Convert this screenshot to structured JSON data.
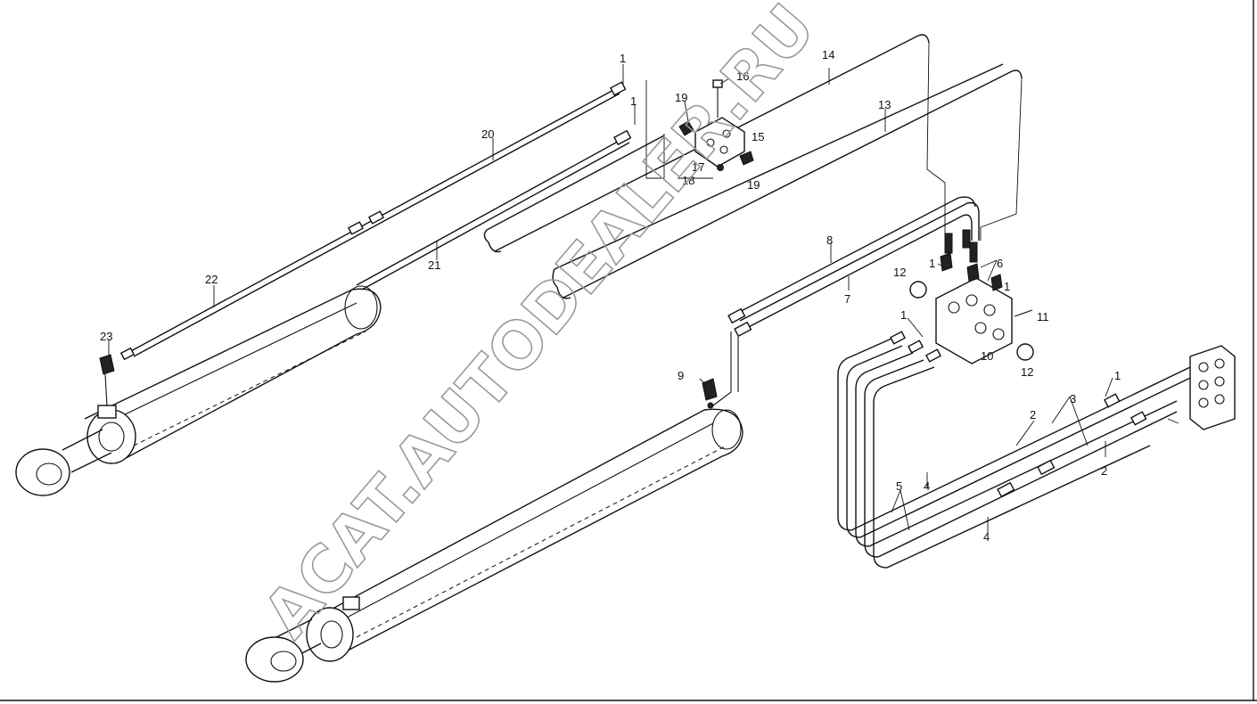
{
  "watermark": "ACAT.AUTODEALER.RU",
  "callouts": [
    "1",
    "1",
    "1",
    "1",
    "1",
    "1",
    "2",
    "2",
    "3",
    "4",
    "4",
    "5",
    "6",
    "7",
    "8",
    "9",
    "10",
    "11",
    "12",
    "12",
    "13",
    "14",
    "15",
    "16",
    "17",
    "18",
    "19",
    "19",
    "20",
    "21",
    "22",
    "23"
  ]
}
